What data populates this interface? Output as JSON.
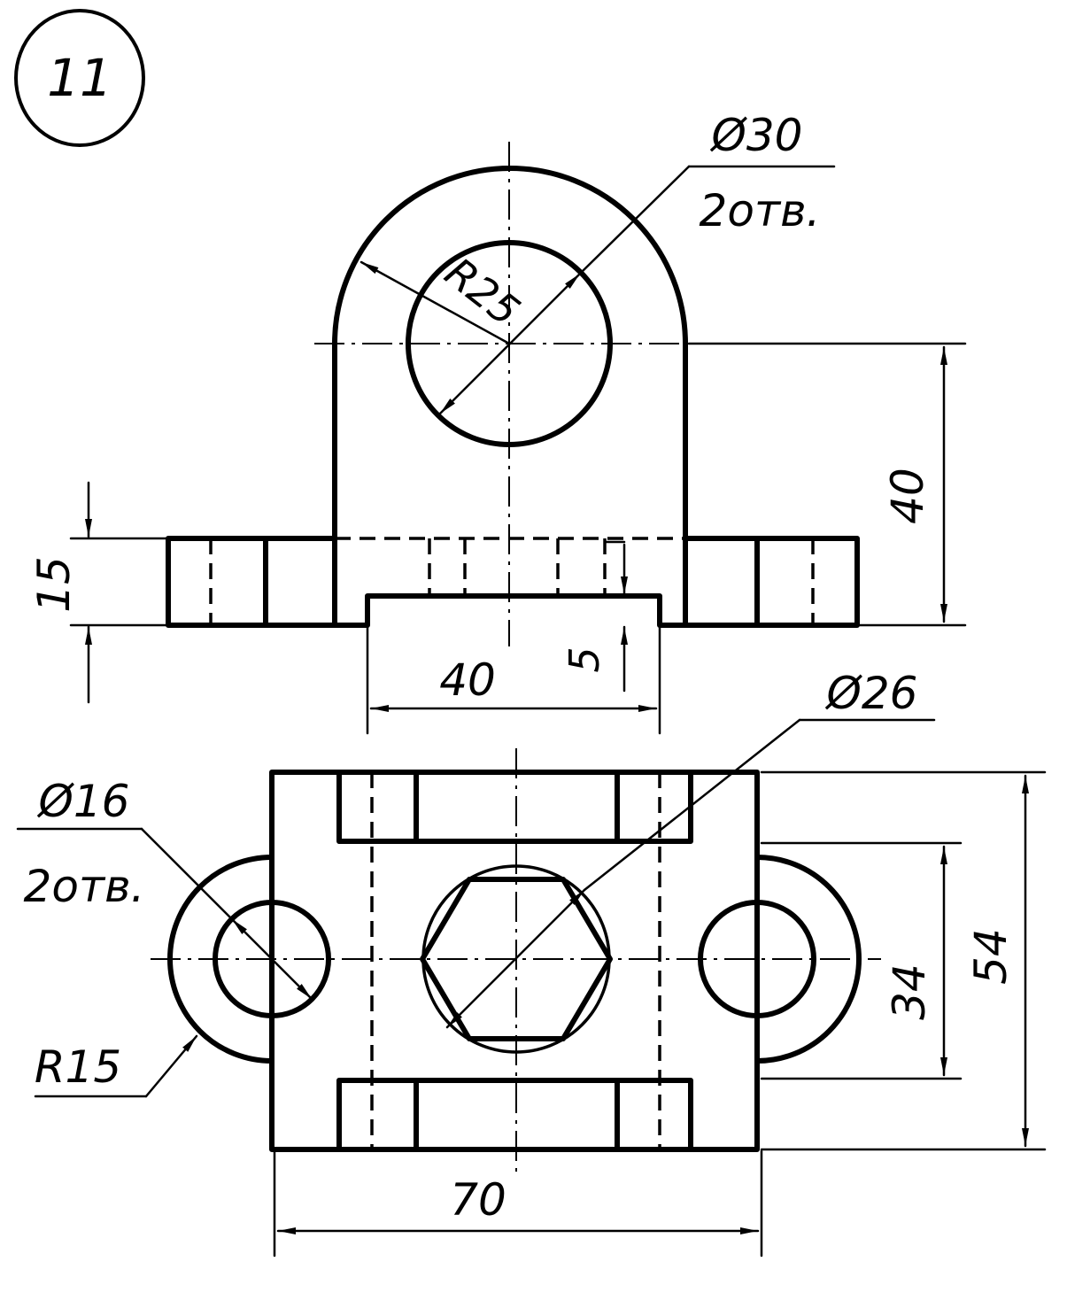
{
  "sheet": {
    "number": "11"
  },
  "front_view": {
    "hole_diameter": "Ø30",
    "hole_count": "2отв.",
    "radius": "R25",
    "height": "40",
    "base_thickness": "15",
    "boss_width": "40",
    "recess_depth": "5"
  },
  "top_view": {
    "hex_circle_diameter": "Ø26",
    "hole_diameter": "Ø16",
    "hole_count": "2отв.",
    "lug_radius": "R15",
    "inner_width": "34",
    "overall_depth": "54",
    "overall_length": "70"
  }
}
